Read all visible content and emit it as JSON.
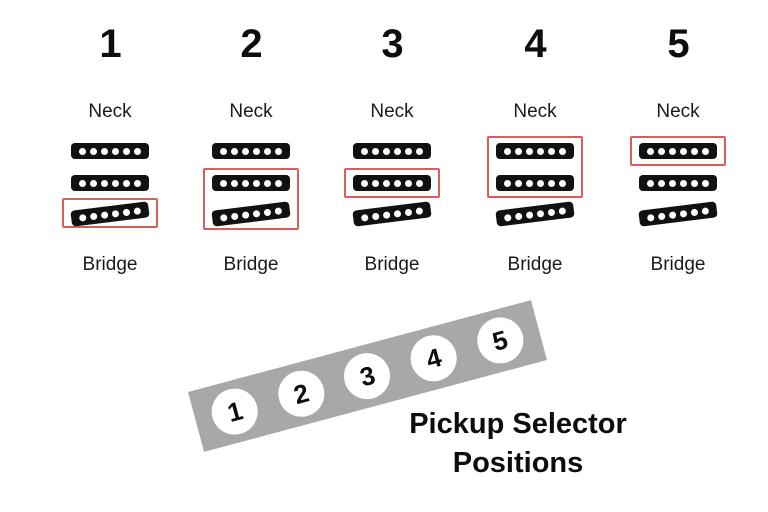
{
  "background_color": "#ffffff",
  "colors": {
    "pickup": "#111111",
    "pole": "#ffffff",
    "highlight_border": "#d4605c",
    "selector_bar": "#a8a8a8",
    "text": "#0d0d0d"
  },
  "diagram": {
    "neck_label": "Neck",
    "bridge_label": "Bridge",
    "pickup_pole_count": 6,
    "columns": [
      {
        "number": "1",
        "neck_label": "Neck",
        "bridge_label": "Bridge",
        "active_pickups": [
          "bridge"
        ],
        "highlight_span": 1,
        "highlight_position": "bridge"
      },
      {
        "number": "2",
        "neck_label": "Neck",
        "bridge_label": "Bridge",
        "active_pickups": [
          "middle",
          "bridge"
        ],
        "highlight_span": 2,
        "highlight_position": "middle-bridge"
      },
      {
        "number": "3",
        "neck_label": "Neck",
        "bridge_label": "Bridge",
        "active_pickups": [
          "middle"
        ],
        "highlight_span": 1,
        "highlight_position": "middle"
      },
      {
        "number": "4",
        "neck_label": "Neck",
        "bridge_label": "Bridge",
        "active_pickups": [
          "neck",
          "middle"
        ],
        "highlight_span": 2,
        "highlight_position": "neck-middle"
      },
      {
        "number": "5",
        "neck_label": "Neck",
        "bridge_label": "Bridge",
        "active_pickups": [
          "neck"
        ],
        "highlight_span": 1,
        "highlight_position": "neck"
      }
    ]
  },
  "selector": {
    "positions": [
      "1",
      "2",
      "3",
      "4",
      "5"
    ],
    "caption_line1": "Pickup Selector",
    "caption_line2": "Positions"
  }
}
